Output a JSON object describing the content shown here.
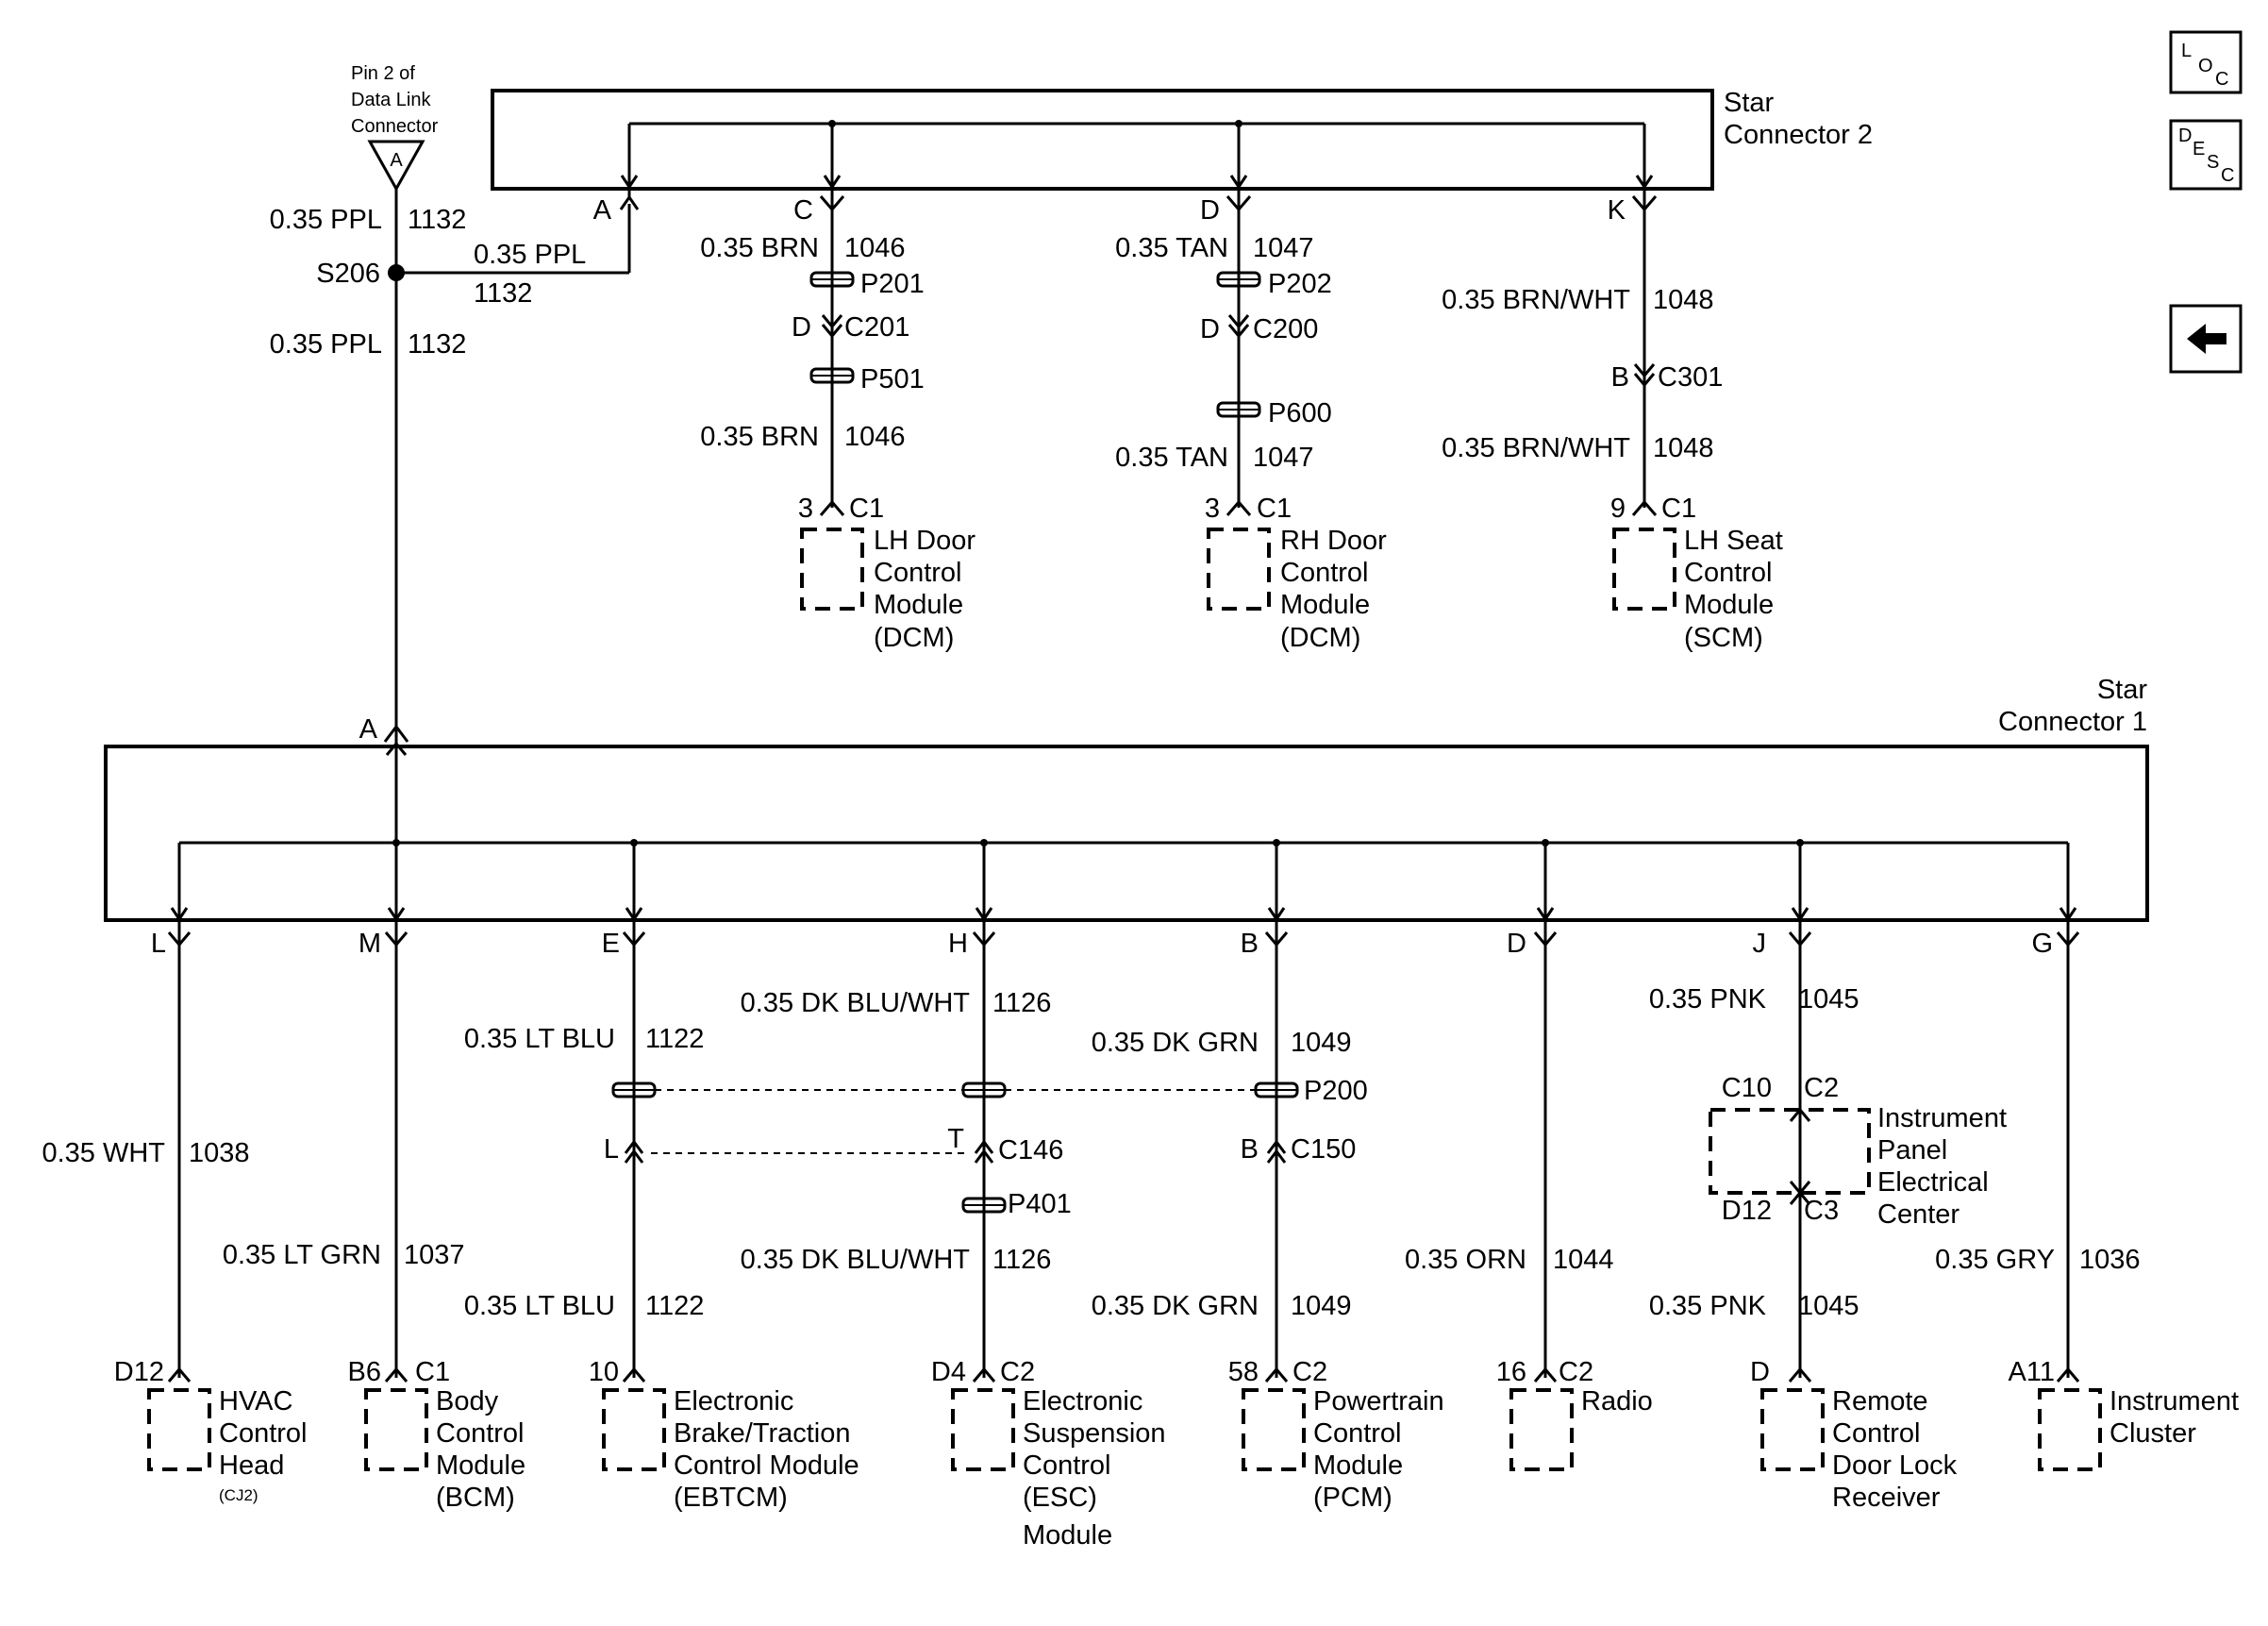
{
  "dlc": {
    "line1": "Pin 2 of",
    "line2": "Data Link",
    "line3": "Connector",
    "pin": "A"
  },
  "star2": {
    "line1": "Star",
    "line2": "Connector 2"
  },
  "star1": {
    "line1": "Star",
    "line2": "Connector 1"
  },
  "s206": {
    "label": "S206"
  },
  "dlc_wires": {
    "top_color": "0.35 PPL",
    "top_circuit": "1132",
    "branch_color": "0.35 PPL",
    "branch_circuit": "1132",
    "bottom_color": "0.35 PPL",
    "bottom_circuit": "1132"
  },
  "star2_pins": {
    "a": "A",
    "c": "C",
    "d": "D",
    "k": "K"
  },
  "lh_door": {
    "wire1_color": "0.35 BRN",
    "wire1_circuit": "1046",
    "splice1": "P201",
    "conn_pin": "D",
    "conn": "C201",
    "splice2": "P501",
    "wire2_color": "0.35 BRN",
    "wire2_circuit": "1046",
    "module_pin": "3",
    "module_conn": "C1",
    "name1": "LH Door",
    "name2": "Control",
    "name3": "Module",
    "name4": "(DCM)"
  },
  "rh_door": {
    "wire1_color": "0.35 TAN",
    "wire1_circuit": "1047",
    "splice1": "P202",
    "conn_pin": "D",
    "conn": "C200",
    "splice2": "P600",
    "wire2_color": "0.35 TAN",
    "wire2_circuit": "1047",
    "module_pin": "3",
    "module_conn": "C1",
    "name1": "RH Door",
    "name2": "Control",
    "name3": "Module",
    "name4": "(DCM)"
  },
  "lh_seat": {
    "wire1_color": "0.35 BRN/WHT",
    "wire1_circuit": "1048",
    "conn_pin": "B",
    "conn": "C301",
    "wire2_color": "0.35 BRN/WHT",
    "wire2_circuit": "1048",
    "module_pin": "9",
    "module_conn": "C1",
    "name1": "LH Seat",
    "name2": "Control",
    "name3": "Module",
    "name4": "(SCM)"
  },
  "star1_top_pin": "A",
  "star1_pins": {
    "l": "L",
    "m": "M",
    "e": "E",
    "h": "H",
    "b": "B",
    "d": "D",
    "j": "J",
    "g": "G"
  },
  "hvac": {
    "color": "0.35 WHT",
    "circuit": "1038",
    "module_pin": "D12",
    "name1": "HVAC",
    "name2": "Control",
    "name3": "Head",
    "name4": "(CJ2)"
  },
  "bcm": {
    "color": "0.35 LT GRN",
    "circuit": "1037",
    "module_pin": "B6",
    "module_conn": "C1",
    "name1": "Body",
    "name2": "Control",
    "name3": "Module",
    "name4": "(BCM)"
  },
  "ebtcm": {
    "wire1_color": "0.35 LT BLU",
    "wire1_circuit": "1122",
    "conn_pin": "L",
    "wire2_color": "0.35 LT BLU",
    "wire2_circuit": "1122",
    "module_pin": "10",
    "name1": "Electronic",
    "name2": "Brake/Traction",
    "name3": "Control Module",
    "name4": "(EBTCM)"
  },
  "esc": {
    "wire1_color": "0.35 DK BLU/WHT",
    "wire1_circuit": "1126",
    "conn_pin": "T",
    "conn": "C146",
    "splice": "P401",
    "wire2_color": "0.35 DK BLU/WHT",
    "wire2_circuit": "1126",
    "module_pin": "D4",
    "module_conn": "C2",
    "name1": "Electronic",
    "name2": "Suspension",
    "name3": "Control",
    "name4": "(ESC)",
    "name5": "Module"
  },
  "pcm": {
    "wire1_color": "0.35 DK GRN",
    "wire1_circuit": "1049",
    "splice": "P200",
    "conn_pin": "B",
    "conn": "C150",
    "wire2_color": "0.35 DK GRN",
    "wire2_circuit": "1049",
    "module_pin": "58",
    "module_conn": "C2",
    "name1": "Powertrain",
    "name2": "Control",
    "name3": "Module",
    "name4": "(PCM)"
  },
  "radio": {
    "color": "0.35 ORN",
    "circuit": "1044",
    "module_pin": "16",
    "module_conn": "C2",
    "name": "Radio"
  },
  "rcdlr": {
    "wire1_color": "0.35 PNK",
    "wire1_circuit": "1045",
    "ipec_pin_top": "C10",
    "ipec_conn_top": "C2",
    "ipec_pin_bot": "D12",
    "ipec_conn_bot": "C3",
    "ipec_name1": "Instrument",
    "ipec_name2": "Panel",
    "ipec_name3": "Electrical",
    "ipec_name4": "Center",
    "wire2_color": "0.35 PNK",
    "wire2_circuit": "1045",
    "module_pin": "D",
    "name1": "Remote",
    "name2": "Control",
    "name3": "Door Lock",
    "name4": "Receiver"
  },
  "cluster": {
    "color": "0.35 GRY",
    "circuit": "1036",
    "module_pin": "A11",
    "name1": "Instrument",
    "name2": "Cluster"
  },
  "nav": {
    "loc_l": "L",
    "loc_o": "O",
    "loc_c": "C",
    "desc_d": "D",
    "desc_e": "E",
    "desc_s": "S",
    "desc_c": "C",
    "back_icon": "left-arrow-icon"
  }
}
